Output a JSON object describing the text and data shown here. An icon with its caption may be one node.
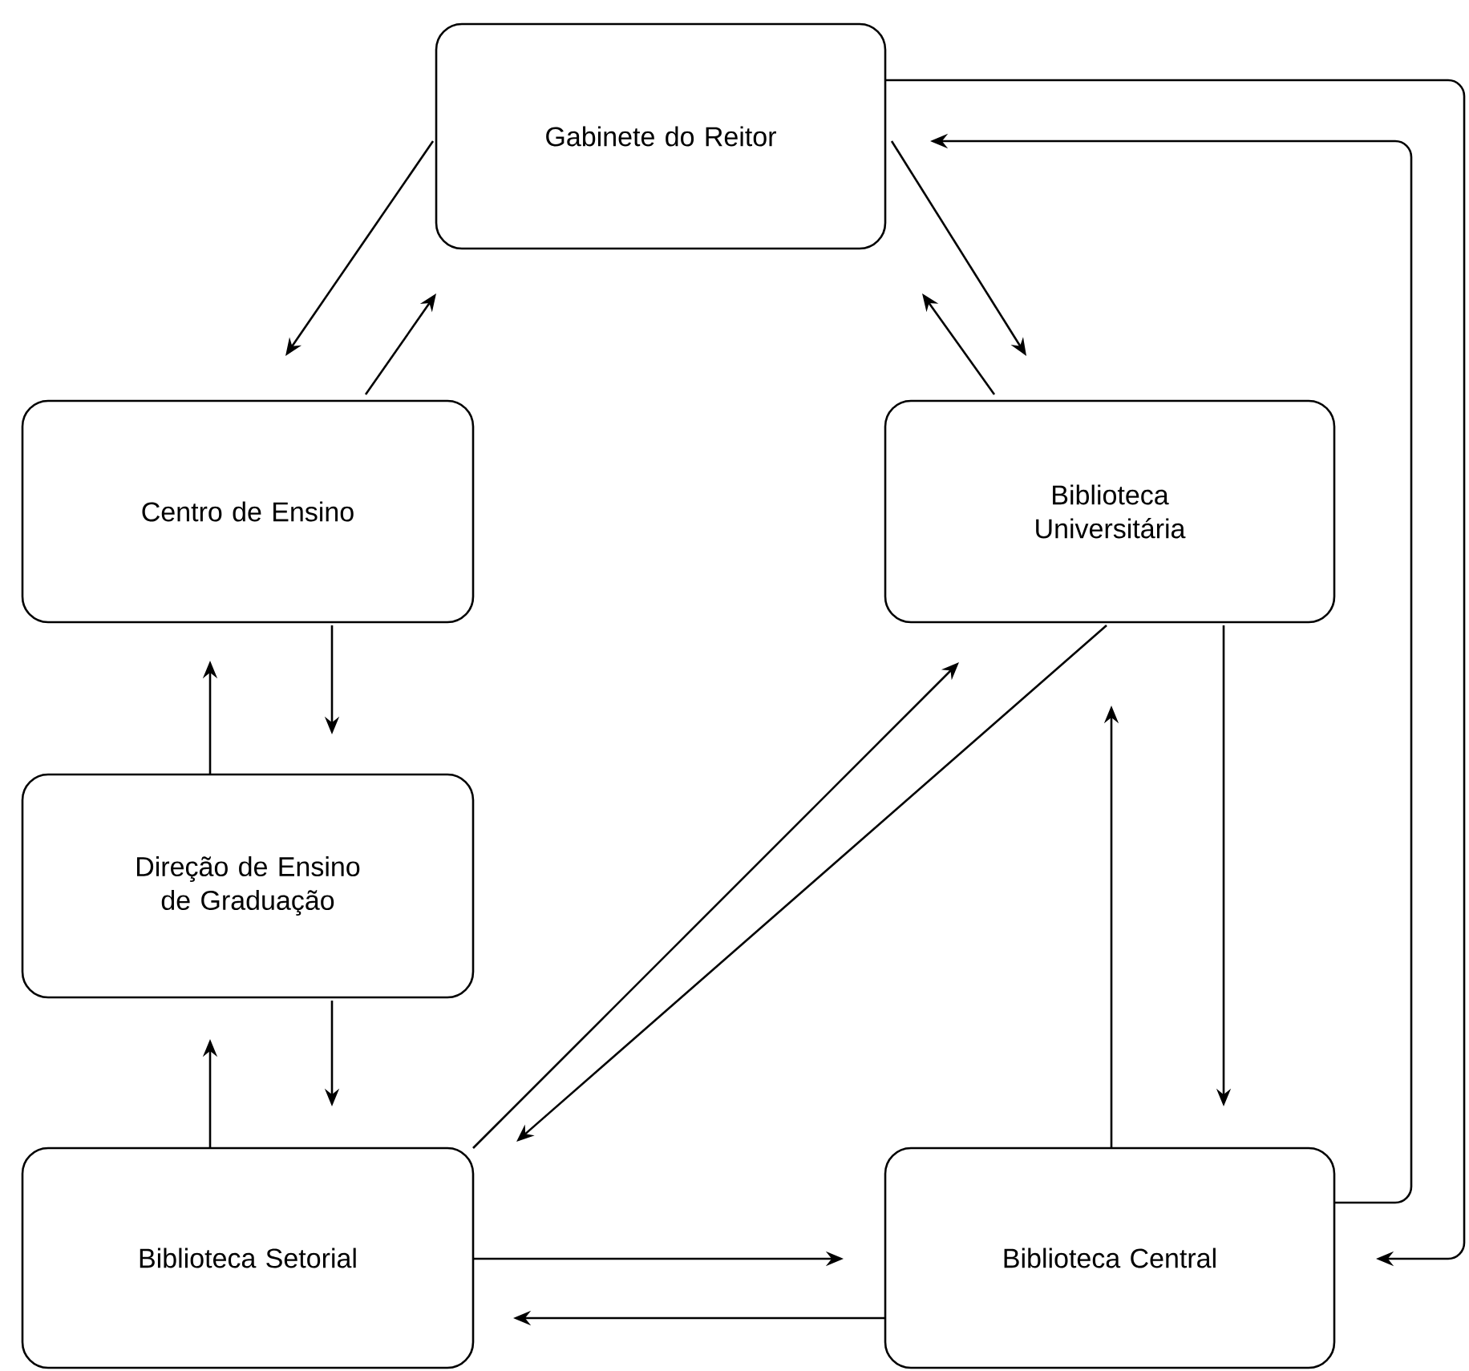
{
  "diagram": {
    "nodes": [
      {
        "text": [
          "Gabinete do Reitor"
        ]
      },
      {
        "text": [
          "Centro de Ensino"
        ]
      },
      {
        "text": [
          "Biblioteca Universitária"
        ]
      },
      {
        "text": [
          "Direção de Ensino de Graduação"
        ]
      },
      {
        "text": [
          "Biblioteca Setorial"
        ]
      },
      {
        "text": [
          "Biblioteca Central"
        ]
      }
    ],
    "edges": [
      {
        "from": 0,
        "to": 1,
        "arrow": "to"
      },
      {
        "from": 1,
        "to": 0,
        "arrow": "to"
      },
      {
        "from": 0,
        "to": 2,
        "arrow": "to"
      },
      {
        "from": 2,
        "to": 0,
        "arrow": "to"
      },
      {
        "from": 1,
        "to": 3,
        "arrow": "to"
      },
      {
        "from": 3,
        "to": 1,
        "arrow": "to"
      },
      {
        "from": 3,
        "to": 4,
        "arrow": "to"
      },
      {
        "from": 4,
        "to": 3,
        "arrow": "to"
      },
      {
        "from": 4,
        "to": 2,
        "arrow": "to"
      },
      {
        "from": 2,
        "to": 4,
        "arrow": "to"
      },
      {
        "from": 2,
        "to": 5,
        "arrow": "to"
      },
      {
        "from": 5,
        "to": 2,
        "arrow": "to"
      },
      {
        "from": 4,
        "to": 5,
        "arrow": "to"
      },
      {
        "from": 5,
        "to": 4,
        "arrow": "to"
      },
      {
        "from": 0,
        "to": 5,
        "arrow": "to"
      },
      {
        "from": 5,
        "to": 0,
        "arrow": "to"
      }
    ]
  }
}
